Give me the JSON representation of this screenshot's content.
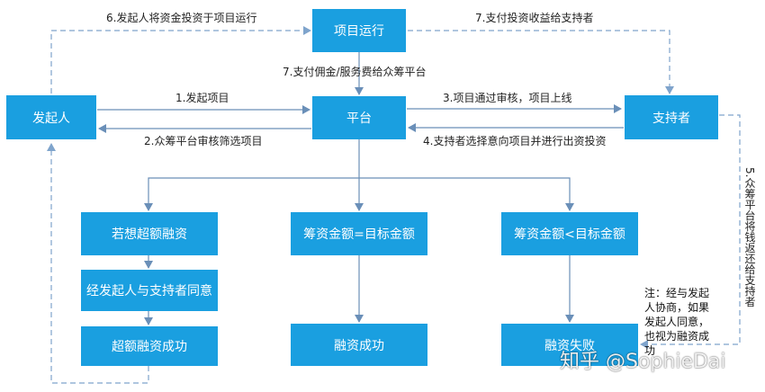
{
  "colors": {
    "box_fill": "#1a9fe0",
    "box_text": "#ffffff",
    "solid_line": "#6a8fb8",
    "dashed_line": "#7fa4cc"
  },
  "nodes": {
    "project_run": "项目运行",
    "initiator": "发起人",
    "platform": "平台",
    "supporters": "支持者",
    "want_over": "若想超额融资",
    "agreed": "经发起人与支持者同意",
    "over_success": "超额融资成功",
    "equal": "筹资金额=目标金额",
    "equal_success": "融资成功",
    "less": "筹资金额<目标金额",
    "fail": "融资失败"
  },
  "edges": {
    "e1": "1.发起项目",
    "e2": "2.众筹平台审核筛选项目",
    "e3": "3.项目通过审核，项目上线",
    "e4": "4.支持者选择意向项目并进行出资投资",
    "e5": "5.众筹平台将钱返还给支持者",
    "e6": "6.发起人将资金投资于项目运行",
    "e7a": "7.支付佣金/服务费给众筹平台",
    "e7b": "7.支付投资收益给支持者"
  },
  "note": "注：经与发起人协商，如果发起人同意，也视为融资成功",
  "watermark": "知乎 @SophieDai"
}
